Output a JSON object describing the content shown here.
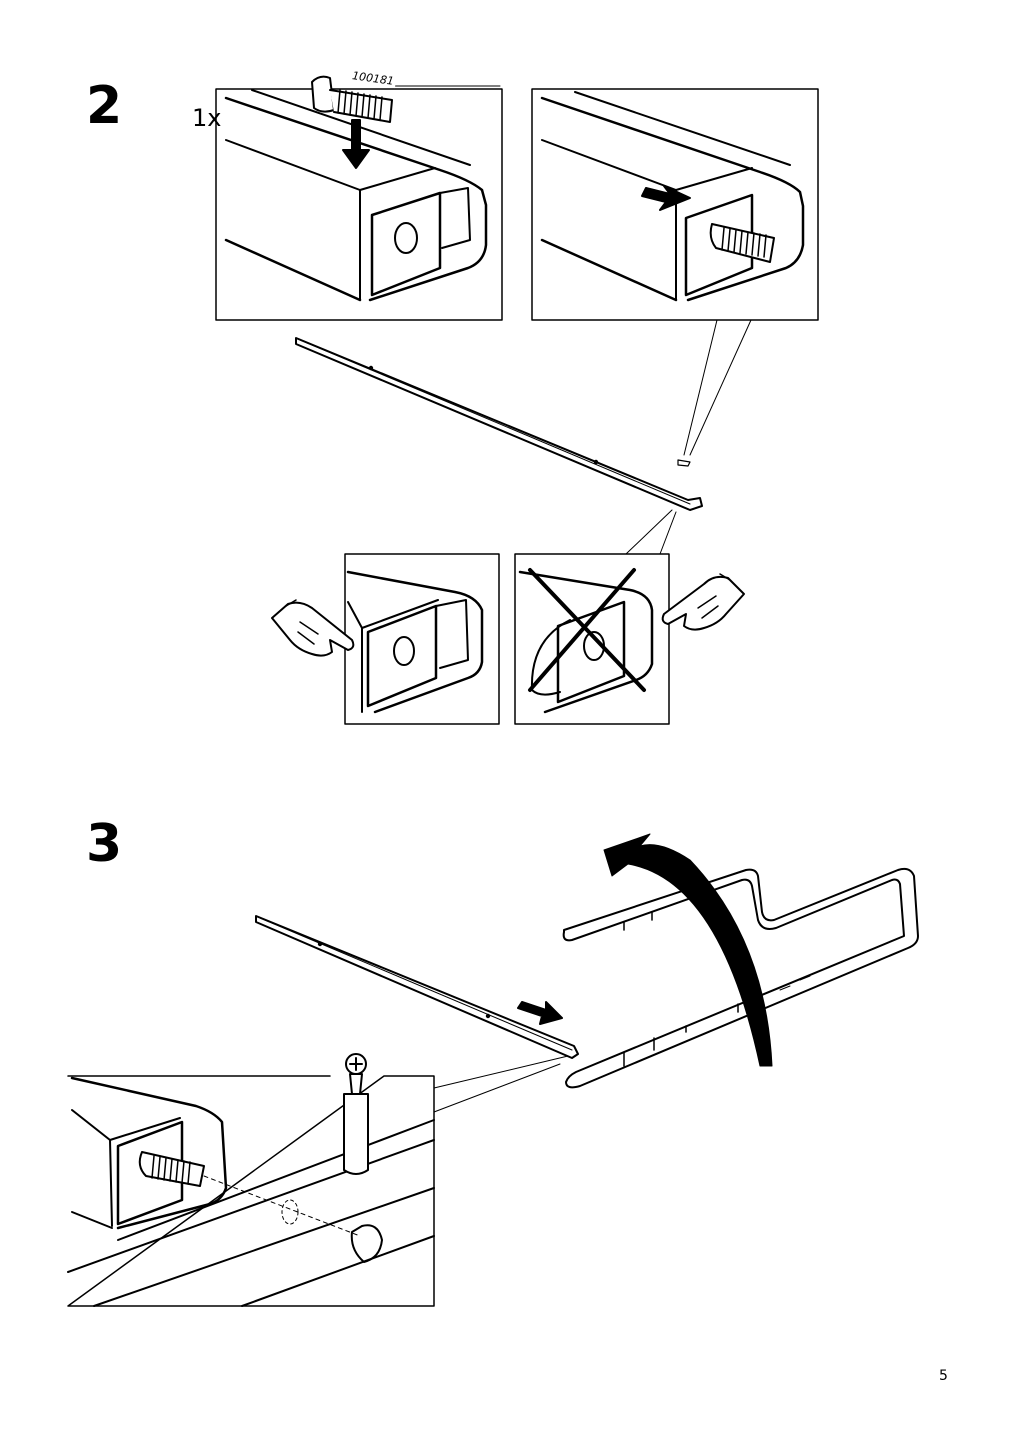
{
  "steps": [
    {
      "number": "2",
      "quantity": "1x",
      "part_number": "100181"
    },
    {
      "number": "3"
    }
  ],
  "page_number": "5",
  "icons": [
    "screw-icon",
    "pointing-hand-icon",
    "arrow-icon",
    "rotate-arrow-icon",
    "cross-out-icon"
  ]
}
